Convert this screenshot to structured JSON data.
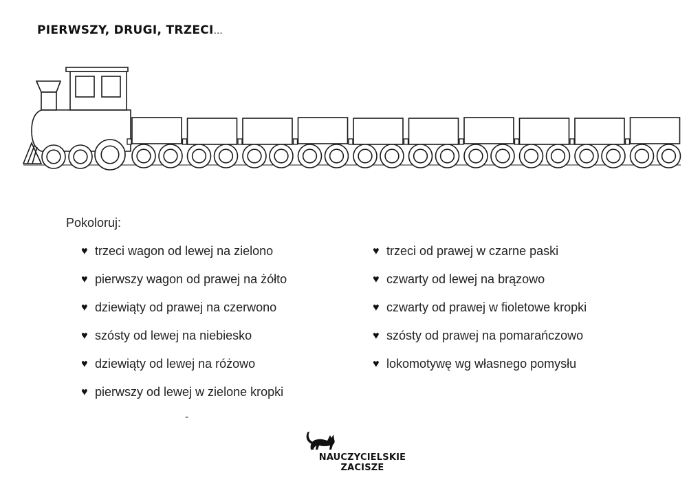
{
  "worksheet": {
    "title": "PIERWSZY, DRUGI, TRZECI",
    "title_ellipsis": "…",
    "intro": "Pokoloruj:",
    "left_items": [
      "trzeci wagon od lewej na zielono",
      "pierwszy wagon od prawej na żółto",
      "dziewiąty od prawej na czerwono",
      "szósty od lewej na niebiesko",
      "dziewiąty od lewej na różowo",
      "pierwszy od lewej w zielone kropki"
    ],
    "right_items": [
      "trzeci od prawej w czarne paski",
      "czwarty od lewej na brązowo",
      "czwarty od prawej w fioletowe kropki",
      "szósty od prawej na pomarańczowo",
      "lokomotywę wg własnego pomysłu"
    ],
    "dash": "-",
    "bullet_icon": "heart-icon",
    "logo_text": "NAUCZYCIELSKIE ZACISZE",
    "logo_icon": "cat-icon"
  },
  "train": {
    "wagon_count": 10,
    "line_color": "#1a1a1a"
  }
}
